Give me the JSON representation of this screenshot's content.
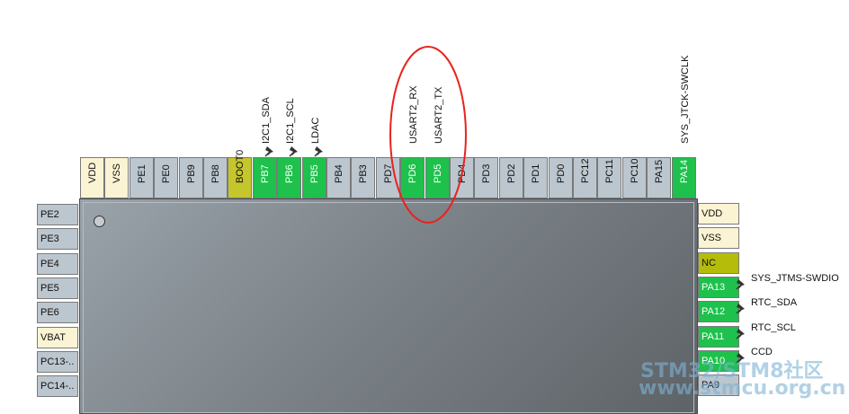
{
  "top_pins": [
    {
      "label": "VDD",
      "color": "yellow"
    },
    {
      "label": "VSS",
      "color": "yellow"
    },
    {
      "label": "PE1",
      "color": "gray"
    },
    {
      "label": "PE0",
      "color": "gray"
    },
    {
      "label": "PB9",
      "color": "gray"
    },
    {
      "label": "PB8",
      "color": "gray"
    },
    {
      "label": "BOOT0",
      "color": "olive"
    },
    {
      "label": "PB7",
      "color": "green"
    },
    {
      "label": "PB6",
      "color": "green"
    },
    {
      "label": "PB5",
      "color": "green"
    },
    {
      "label": "PB4",
      "color": "gray"
    },
    {
      "label": "PB3",
      "color": "gray"
    },
    {
      "label": "PD7",
      "color": "gray"
    },
    {
      "label": "PD6",
      "color": "green"
    },
    {
      "label": "PD5",
      "color": "green"
    },
    {
      "label": "PD4",
      "color": "gray"
    },
    {
      "label": "PD3",
      "color": "gray"
    },
    {
      "label": "PD2",
      "color": "gray"
    },
    {
      "label": "PD1",
      "color": "gray"
    },
    {
      "label": "PD0",
      "color": "gray"
    },
    {
      "label": "PC12",
      "color": "gray"
    },
    {
      "label": "PC11",
      "color": "gray"
    },
    {
      "label": "PC10",
      "color": "gray"
    },
    {
      "label": "PA15",
      "color": "gray"
    },
    {
      "label": "PA14",
      "color": "green"
    }
  ],
  "top_signals": {
    "PB7": "I2C1_SDA",
    "PB6": "I2C1_SCL",
    "PB5": "LDAC",
    "PD6": "USART2_RX",
    "PD5": "USART2_TX",
    "PA14": "SYS_JTCK-SWCLK"
  },
  "left_pins": [
    {
      "label": "PE2",
      "color": "gray"
    },
    {
      "label": "PE3",
      "color": "gray"
    },
    {
      "label": "PE4",
      "color": "gray"
    },
    {
      "label": "PE5",
      "color": "gray"
    },
    {
      "label": "PE6",
      "color": "gray"
    },
    {
      "label": "VBAT",
      "color": "yellow"
    },
    {
      "label": "PC13-..",
      "color": "gray"
    },
    {
      "label": "PC14-..",
      "color": "gray"
    }
  ],
  "right_pins": [
    {
      "label": "VDD",
      "color": "yellow",
      "signal": ""
    },
    {
      "label": "VSS",
      "color": "yellow",
      "signal": ""
    },
    {
      "label": "NC",
      "color": "olive2",
      "signal": ""
    },
    {
      "label": "PA13",
      "color": "green",
      "signal": "SYS_JTMS-SWDIO"
    },
    {
      "label": "PA12",
      "color": "green",
      "signal": "RTC_SDA"
    },
    {
      "label": "PA11",
      "color": "green",
      "signal": "RTC_SCL"
    },
    {
      "label": "PA10",
      "color": "green",
      "signal": "CCD"
    },
    {
      "label": "PA9",
      "color": "gray",
      "signal": ""
    }
  ],
  "annotation_color": "#e8231f",
  "watermark": {
    "line1": "STM32/STM8社区",
    "line2": "www.stmcu.org.cn"
  }
}
